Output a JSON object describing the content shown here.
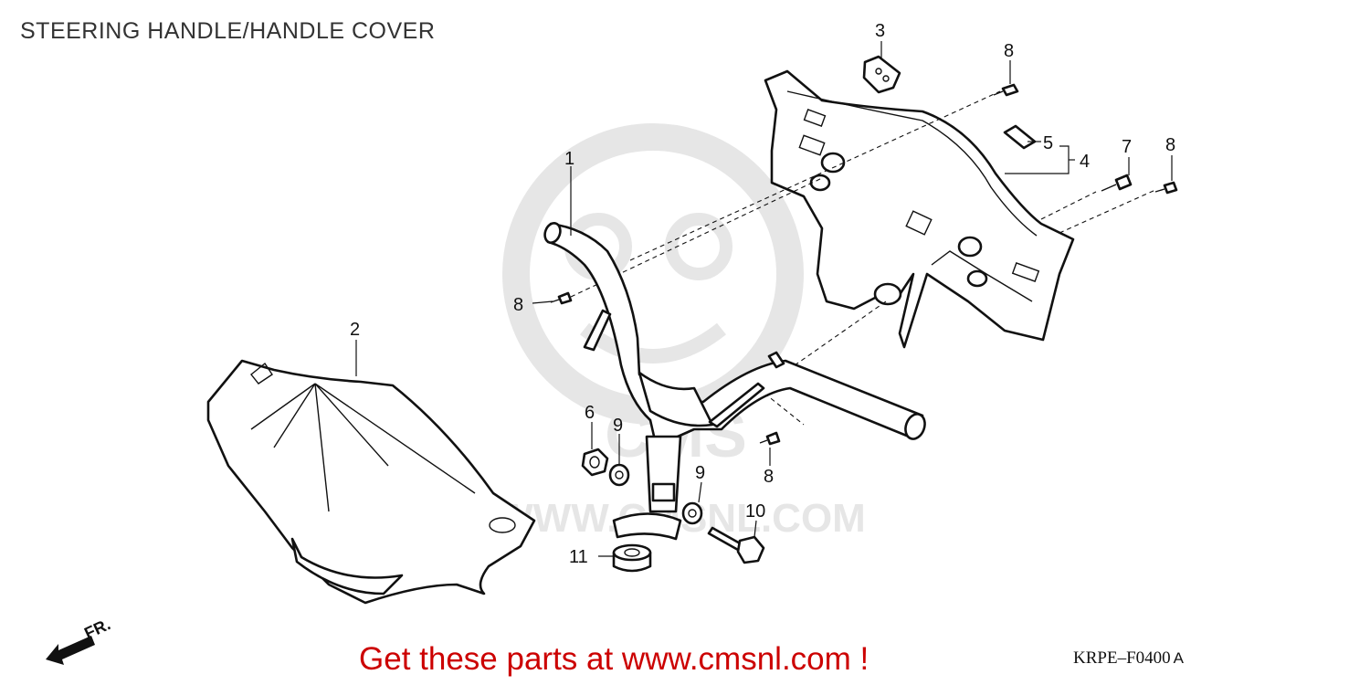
{
  "diagram": {
    "title": "STEERING HANDLE/HANDLE COVER",
    "footer_promo": "Get these parts at www.cmsnl.com !",
    "drawing_code": "KRPE–F0400",
    "drawing_revision": "A",
    "front_marker": "FR.",
    "watermark": {
      "url": "WWW.CMSNL.COM",
      "logo": "CMS",
      "color": "#e6e6e6"
    },
    "callouts": [
      {
        "id": "c1",
        "text": "1"
      },
      {
        "id": "c2",
        "text": "2"
      },
      {
        "id": "c3",
        "text": "3"
      },
      {
        "id": "c4",
        "text": "4"
      },
      {
        "id": "c5",
        "text": "5"
      },
      {
        "id": "c6",
        "text": "6"
      },
      {
        "id": "c7",
        "text": "7"
      },
      {
        "id": "c8a",
        "text": "8"
      },
      {
        "id": "c8b",
        "text": "8"
      },
      {
        "id": "c8c",
        "text": "8"
      },
      {
        "id": "c8d",
        "text": "8"
      },
      {
        "id": "c9a",
        "text": "9"
      },
      {
        "id": "c9b",
        "text": "9"
      },
      {
        "id": "c10",
        "text": "10"
      },
      {
        "id": "c11",
        "text": "11"
      }
    ],
    "colors": {
      "line": "#111111",
      "promo": "#cc0000",
      "title": "#333333"
    }
  }
}
